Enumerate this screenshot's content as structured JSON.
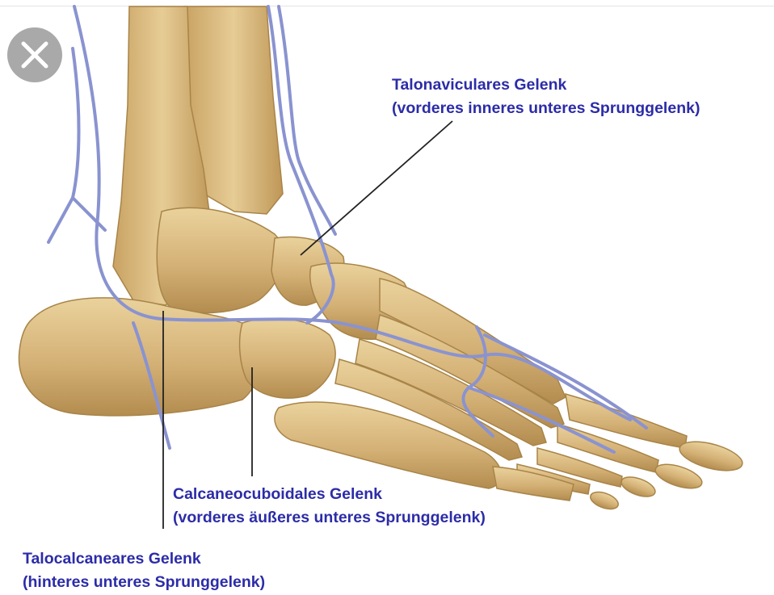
{
  "close_button": {
    "icon": "close-icon"
  },
  "labels": {
    "talonavicular": {
      "line1": "Talonaviculares Gelenk",
      "line2": "(vorderes inneres unteres Sprunggelenk)"
    },
    "calcaneocuboid": {
      "line1": "Calcaneocuboidales Gelenk",
      "line2": "(vorderes äußeres unteres Sprunggelenk)"
    },
    "talocalcaneal": {
      "line1": "Talocalcaneares Gelenk",
      "line2": "(hinteres unteres Sprunggelenk)"
    }
  },
  "colors": {
    "label_text": "#2c2ca8",
    "bone": "#d6b679",
    "vessel": "#8a93d0",
    "leader_line": "#222222"
  }
}
